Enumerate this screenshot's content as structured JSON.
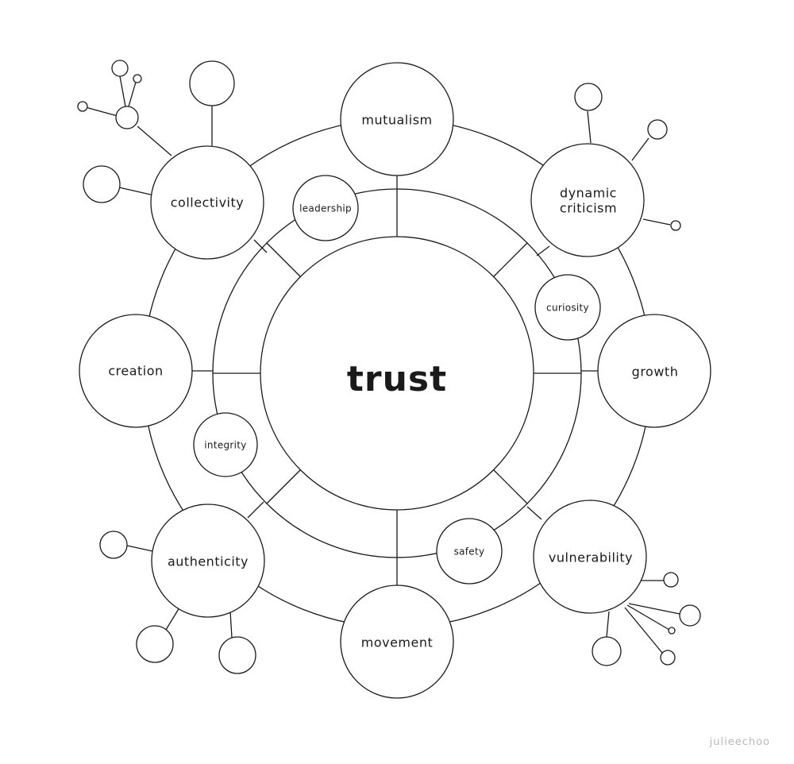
{
  "center": {
    "label": "trust"
  },
  "outer_nodes": {
    "mutualism": "mutualism",
    "dynamic_criticism": [
      "dynamic",
      "criticism"
    ],
    "growth": "growth",
    "vulnerability": "vulnerability",
    "movement": "movement",
    "authenticity": "authenticity",
    "creation": "creation",
    "collectivity": "collectivity"
  },
  "inner_nodes": {
    "leadership": "leadership",
    "curiosity": "curiosity",
    "safety": "safety",
    "integrity": "integrity"
  },
  "credit": "julieechoo",
  "colors": {
    "stroke": "#1a1a1a",
    "background": "#ffffff",
    "credit": "#b8b8b8"
  }
}
